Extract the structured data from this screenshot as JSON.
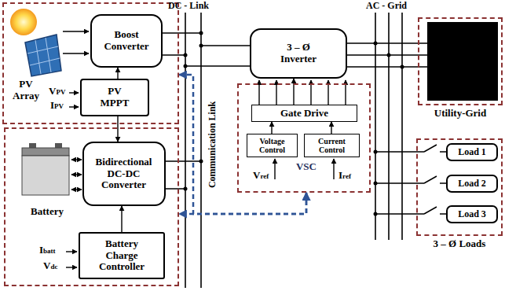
{
  "diagram": {
    "nodes": [
      {
        "text": [
          "PV Array"
        ]
      },
      {
        "text": [
          "Boost Converter"
        ],
        "in": 0
      },
      {
        "text": [
          "PV MPPT"
        ],
        "in": 0
      },
      {
        "text": [
          "Battery"
        ]
      },
      {
        "text": [
          "Bidirectional DC-DC Converter"
        ],
        "in": 3
      },
      {
        "text": [
          "Battery Charge Controller"
        ],
        "in": 3
      },
      {
        "text": [
          "3 – Ø Inverter"
        ]
      },
      {
        "text": [
          "VSC"
        ]
      },
      {
        "text": [
          "Gate Drive"
        ],
        "in": 7
      },
      {
        "text": [
          "Voltage Control"
        ],
        "in": 7
      },
      {
        "text": [
          "Current Control"
        ],
        "in": 7
      },
      {
        "text": [
          "Utility-Grid"
        ]
      },
      {
        "text": [
          "3 – Ø Loads"
        ]
      },
      {
        "text": [
          "Load 1"
        ],
        "in": 12
      },
      {
        "text": [
          "Load 2"
        ],
        "in": 12
      },
      {
        "text": [
          "Load 3"
        ],
        "in": 12
      }
    ],
    "edges": [
      {
        "from": 2,
        "to": 1,
        "arrow": "to"
      },
      {
        "from": 2,
        "to": 4,
        "arrow": "to"
      },
      {
        "from": 5,
        "to": 4,
        "arrow": "to"
      },
      {
        "from": 8,
        "to": 6,
        "arrow": "to"
      },
      {
        "from": 9,
        "to": 8,
        "arrow": "to"
      },
      {
        "from": 10,
        "to": 8,
        "arrow": "to"
      },
      {
        "from": 7,
        "to": 3,
        "arrow": "both"
      },
      {
        "from": 7,
        "to": 0,
        "arrow": "both"
      }
    ],
    "labels": [
      "DC - Link",
      "AC - Grid",
      "VPV",
      "IPV",
      "Ibatt",
      "Vdc",
      "Vref",
      "Iref",
      "Communication Link"
    ]
  }
}
